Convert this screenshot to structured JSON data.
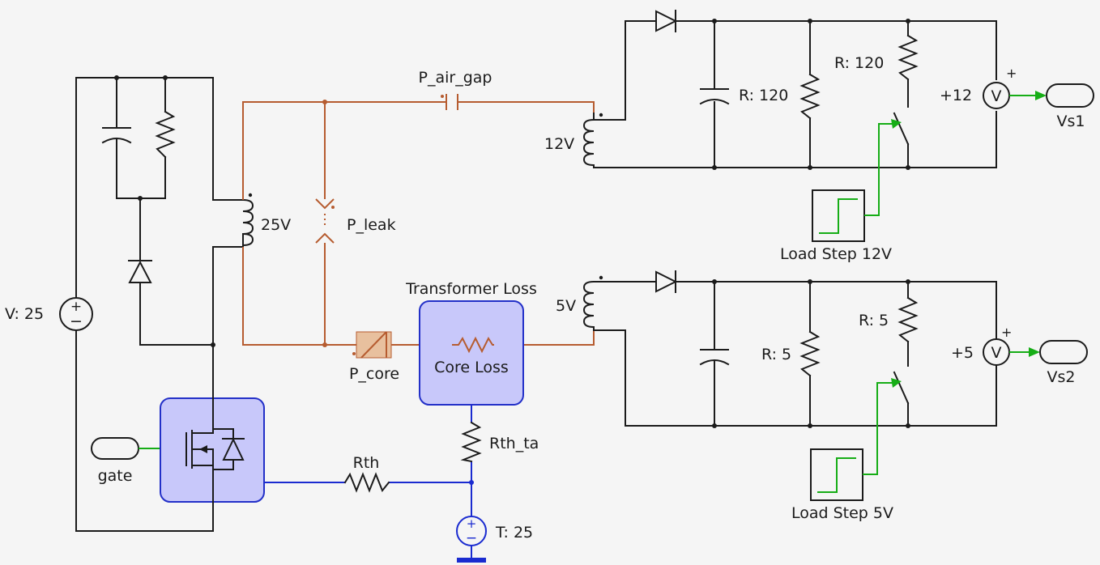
{
  "labels": {
    "p_air_gap": "P_air_gap",
    "p_leak": "P_leak",
    "p_core": "P_core",
    "winding_25v": "25V",
    "winding_12v": "12V",
    "winding_5v": "5V",
    "transformer_loss": "Transformer Loss",
    "core_loss": "Core Loss",
    "r_120_a": "R: 120",
    "r_120_b": "R: 120",
    "r_5_a": "R: 5",
    "r_5_b": "R: 5",
    "plus12": "+12",
    "plus5": "+5",
    "vs1": "Vs1",
    "vs2": "Vs2",
    "load_step_12v": "Load Step 12V",
    "load_step_5v": "Load Step 5V",
    "v_source": "V: 25",
    "gate": "gate",
    "rth": "Rth",
    "rth_ta": "Rth_ta",
    "temp_source": "T: 25",
    "voltmeter_symbol": "V",
    "plus_sign": "+",
    "minus_sign": "−"
  },
  "colors": {
    "electrical_wire": "#1b1b1b",
    "magnetic_wire": "#b65c30",
    "thermal_wire": "#1a2bd0",
    "signal_wire": "#16ad16",
    "block_fill": "#c8c8fa"
  }
}
